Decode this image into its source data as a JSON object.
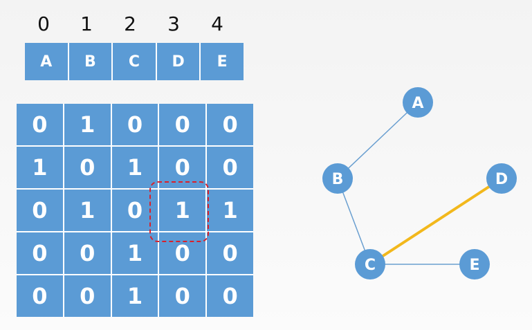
{
  "indices": [
    "0",
    "1",
    "2",
    "3",
    "4"
  ],
  "vertices": [
    "A",
    "B",
    "C",
    "D",
    "E"
  ],
  "matrix": [
    [
      "0",
      "1",
      "0",
      "0",
      "0"
    ],
    [
      "1",
      "0",
      "1",
      "0",
      "0"
    ],
    [
      "0",
      "1",
      "0",
      "1",
      "1"
    ],
    [
      "0",
      "0",
      "1",
      "0",
      "0"
    ],
    [
      "0",
      "0",
      "1",
      "0",
      "0"
    ]
  ],
  "graph": {
    "nodes": [
      "A",
      "B",
      "C",
      "D",
      "E"
    ],
    "edges": [
      [
        "A",
        "B"
      ],
      [
        "B",
        "C"
      ],
      [
        "C",
        "D"
      ],
      [
        "C",
        "E"
      ]
    ],
    "highlighted_edge": [
      "C",
      "D"
    ]
  },
  "colors": {
    "node_fill": "#5b9bd5",
    "edge": "#6a9fd0",
    "highlight_edge": "#f2b81c",
    "highlight_box": "#d9202a"
  }
}
